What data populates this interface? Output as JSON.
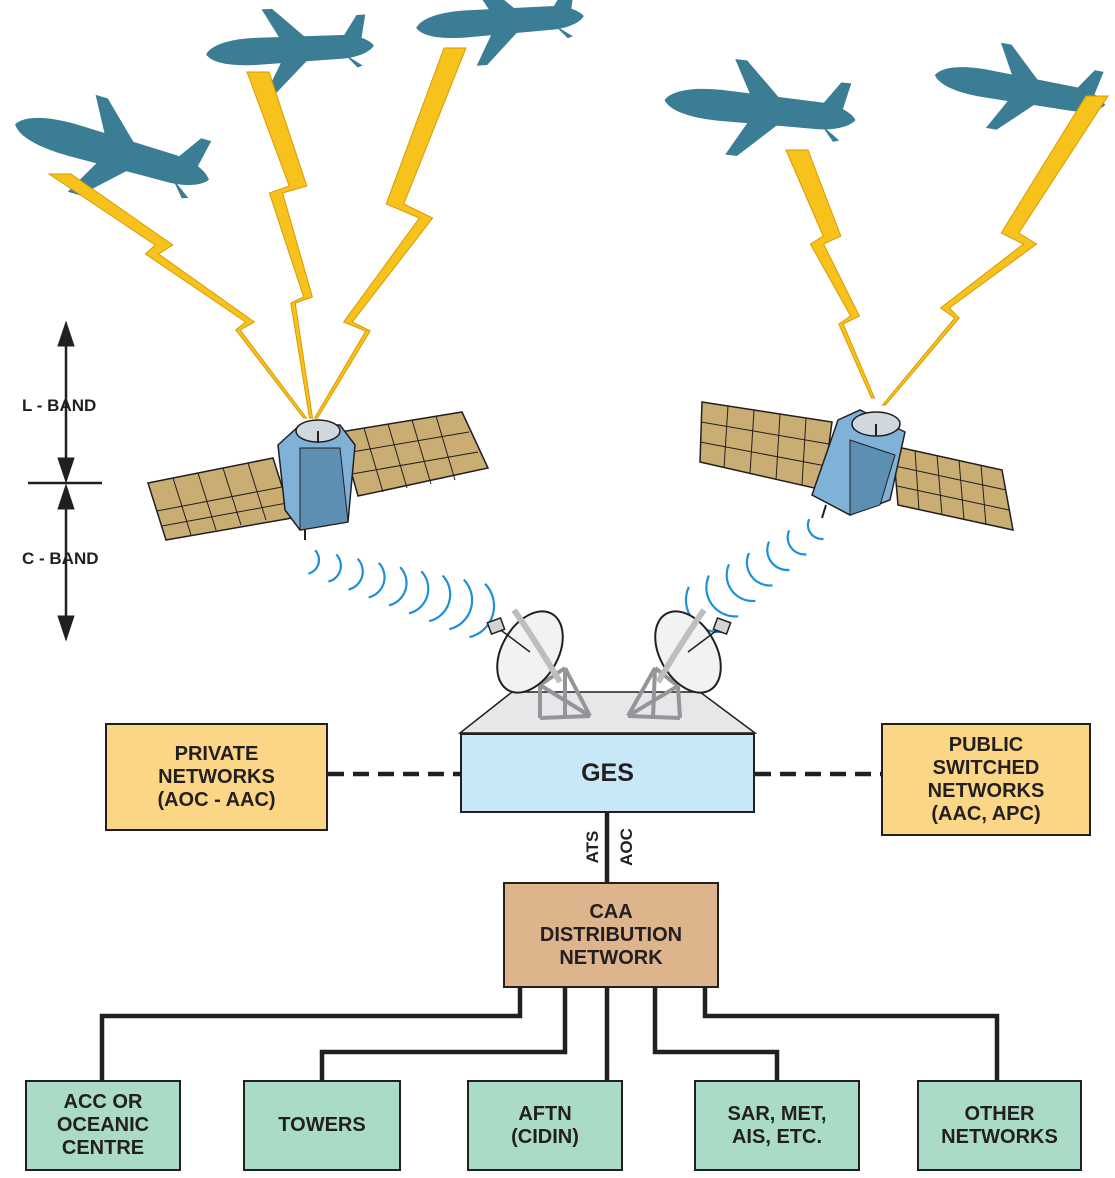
{
  "colors": {
    "aircraft": "#3a7d95",
    "lightning": "#f7c21b",
    "lightning_stroke": "#d99a00",
    "waves": "#1f8fd6",
    "solar_panel": "#c9ad72",
    "satellite_body": "#7fb2d6",
    "private_public_box": "#fcd687",
    "ges_box": "#c8e8f8",
    "caa_box": "#deb48c",
    "terminal_box": "#a9dbc6",
    "line": "#231f20"
  },
  "icons": {
    "aircraft": "aircraft-icon",
    "satellite": "satellite-icon",
    "dish": "satellite-dish-icon",
    "lightning": "lightning-bolt-icon",
    "waves": "radio-waves-icon"
  },
  "bands": {
    "l_band": "L - BAND",
    "c_band": "C - BAND"
  },
  "nodes": {
    "private": "PRIVATE\nNETWORKS\n(AOC - AAC)",
    "ges": "GES",
    "public": "PUBLIC\nSWITCHED\nNETWORKS\n(AAC, APC)",
    "caa": "CAA\nDISTRIBUTION\nNETWORK",
    "acc": "ACC OR\nOCEANIC\nCENTRE",
    "towers": "TOWERS",
    "aftn": "AFTN\n(CIDIN)",
    "sar": "SAR, MET,\nAIS, ETC.",
    "other": "OTHER\nNETWORKS"
  },
  "links": {
    "ats": "ATS",
    "aoc": "AOC"
  }
}
